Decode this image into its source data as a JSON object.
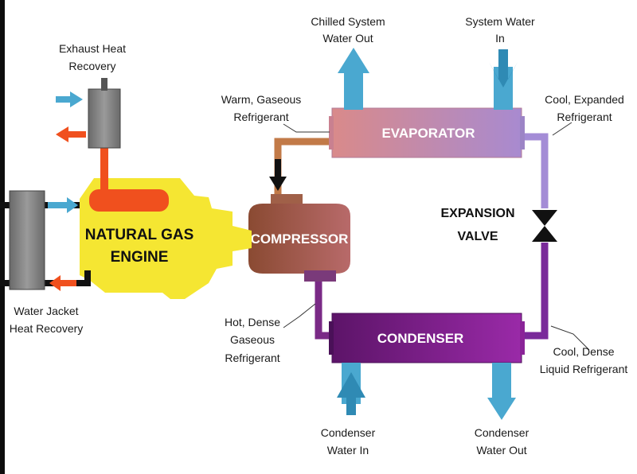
{
  "components": {
    "evaporator": "EVAPORATOR",
    "compressor": "COMPRESSOR",
    "condenser": "CONDENSER",
    "engine_line1": "NATURAL GAS",
    "engine_line2": "ENGINE",
    "valve_line1": "EXPANSION",
    "valve_line2": "VALVE"
  },
  "labels": {
    "chilled_line1": "Chilled System",
    "chilled_line2": "Water Out",
    "system_water_line1": "System Water",
    "system_water_line2": "In",
    "exhaust_line1": "Exhaust Heat",
    "exhaust_line2": "Recovery",
    "warm_line1": "Warm, Gaseous",
    "warm_line2": "Refrigerant",
    "cool_exp_line1": "Cool, Expanded",
    "cool_exp_line2": "Refrigerant",
    "hot_line1": "Hot, Dense",
    "hot_line2": "Gaseous",
    "hot_line3": "Refrigerant",
    "cool_dense_line1": "Cool, Dense",
    "cool_dense_line2": "Liquid Refrigerant",
    "jacket_line1": "Water Jacket",
    "jacket_line2": "Heat Recovery",
    "cond_in_line1": "Condenser",
    "cond_in_line2": "Water In",
    "cond_out_line1": "Condenser",
    "cond_out_line2": "Water Out"
  },
  "colors": {
    "engine": "#f5e632",
    "evaporator_start": "#d98a8a",
    "evaporator_end": "#a88ad0",
    "compressor_start": "#8a4a32",
    "compressor_end": "#c07068",
    "condenser_start": "#5c1468",
    "condenser_end": "#9a2aa8",
    "water_arrow": "#4aa8d0",
    "exhaust": "#f0501e",
    "heat_exchanger": "#7a7a7a"
  }
}
